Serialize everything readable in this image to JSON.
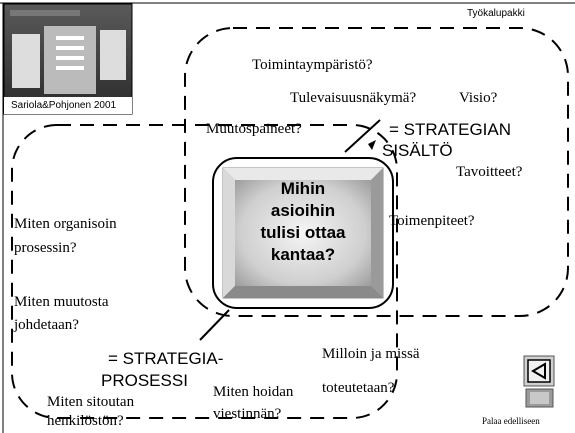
{
  "header": {
    "credit": "Sariola&Pohjonen 2001",
    "toolkit": "Työkalupakki"
  },
  "center": {
    "lines": [
      "Mihin",
      "asioihin",
      "tulisi ottaa",
      "kantaa?"
    ]
  },
  "content_zone": {
    "label_line1": "= STRATEGIAN",
    "label_line2": "SISÄLTÖ",
    "items": [
      "Toimintaympäristö?",
      "Tulevaisuusnäkymä?",
      "Visio?",
      "Muutospaineet?",
      "Tavoitteet?",
      "Toimenpiteet?"
    ]
  },
  "process_zone": {
    "label_line1": "= STRATEGIA-",
    "label_line2": "PROSESSI",
    "items": [
      "Miten organisoin",
      "prosessin?",
      "Miten muutosta",
      "johdetaan?",
      "Milloin ja missä",
      "toteutetaan?",
      "Miten hoidan",
      "viestinnän?",
      "Miten sitoutan",
      "henkilöstön?"
    ]
  },
  "nav": {
    "back_label": "Palaa edelliseen"
  },
  "colors": {
    "gradient_light": "#f2f2f2",
    "gradient_dark": "#8c8c8c",
    "dash": "#000000"
  }
}
